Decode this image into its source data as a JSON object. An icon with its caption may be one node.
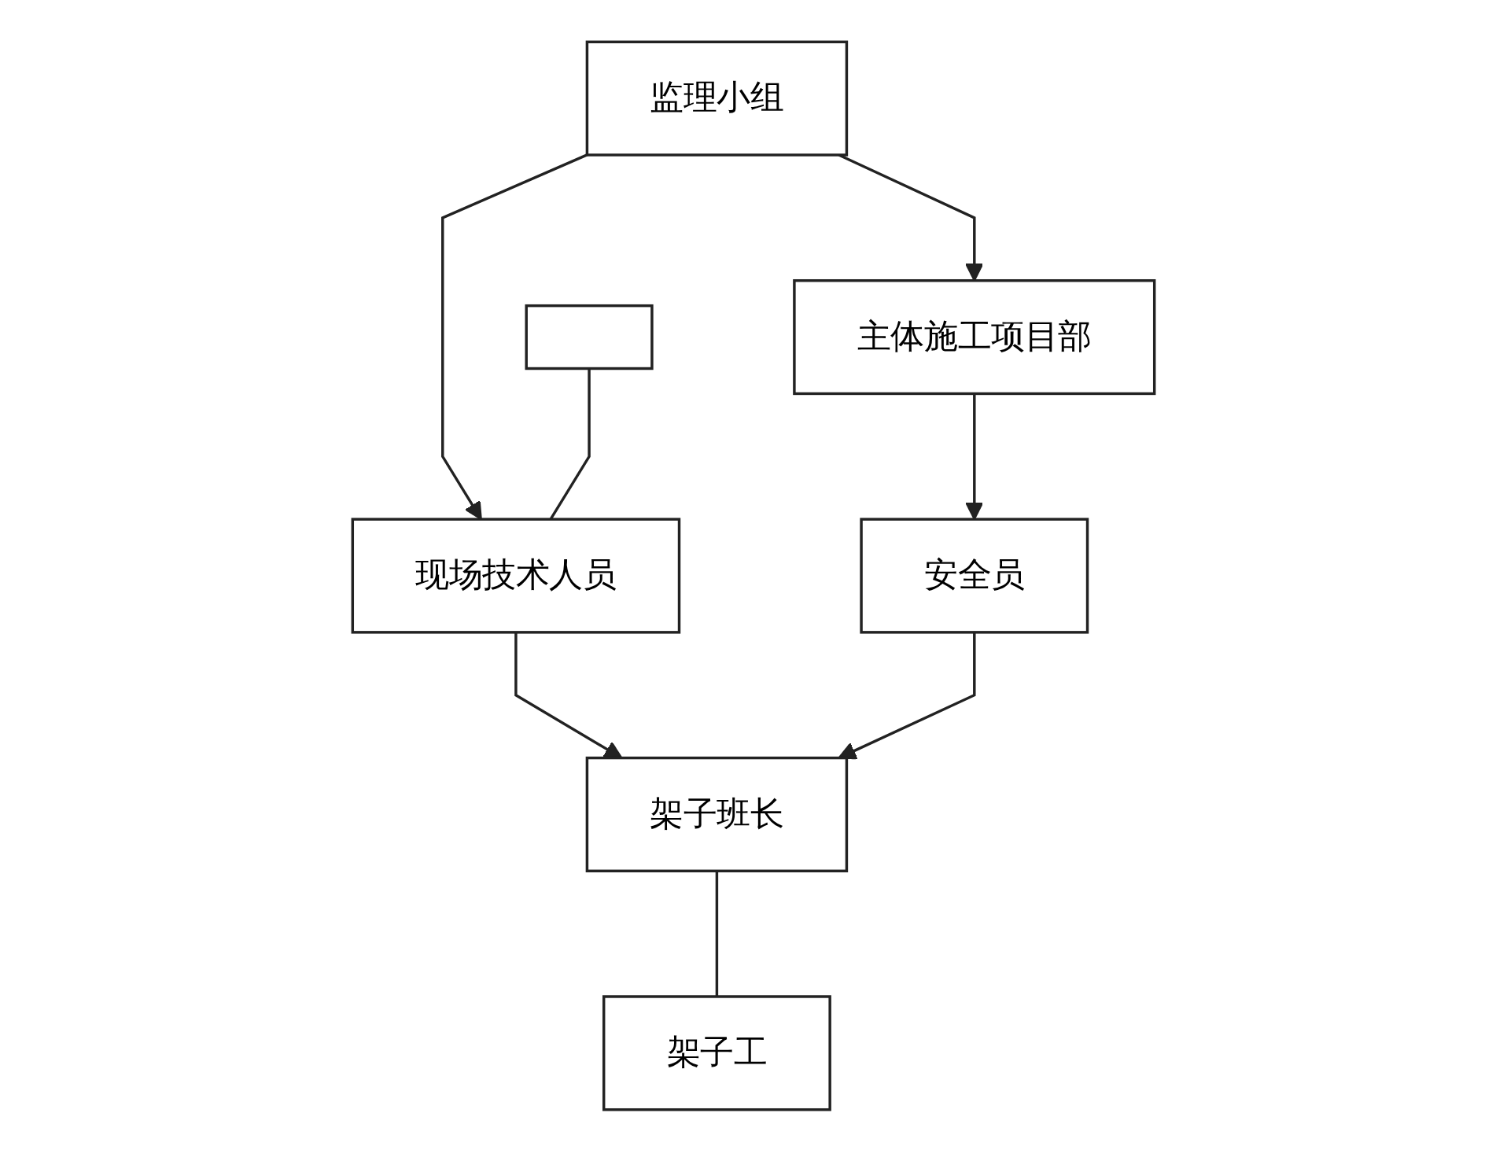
{
  "diagram": {
    "nodes": [
      {
        "text": [
          "监理小组"
        ]
      },
      {
        "text": [
          "主体施工项目部"
        ]
      },
      {
        "text": [],
        "shape": "box"
      },
      {
        "text": [
          "现场技术人员"
        ]
      },
      {
        "text": [
          "安全员"
        ]
      },
      {
        "text": [
          "架子班长"
        ]
      },
      {
        "text": [
          "架子工"
        ]
      }
    ],
    "edges": [
      {
        "from": 0,
        "to": 3,
        "arrow": "to"
      },
      {
        "from": 0,
        "to": 1,
        "arrow": "to"
      },
      {
        "from": 1,
        "to": 4,
        "arrow": "to"
      },
      {
        "from": 2,
        "to": 3,
        "arrow": "none"
      },
      {
        "from": 3,
        "to": 5,
        "arrow": "to"
      },
      {
        "from": 4,
        "to": 5,
        "arrow": "to"
      },
      {
        "from": 5,
        "to": 6,
        "arrow": "none"
      }
    ]
  }
}
